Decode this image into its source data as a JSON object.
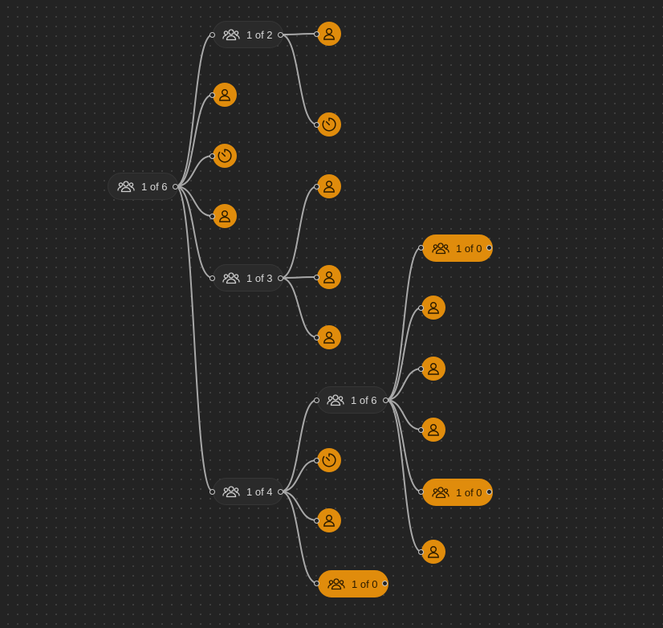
{
  "nodes": {
    "root_group": {
      "label": "1 of 6"
    },
    "group_a": {
      "label": "1 of 2"
    },
    "group_b": {
      "label": "1 of 3"
    },
    "group_c": {
      "label": "1 of 4"
    },
    "group_d": {
      "label": "1 of 6"
    },
    "group_e": {
      "label": "1 of 0"
    },
    "group_f": {
      "label": "1 of 0"
    },
    "group_g": {
      "label": "1 of 0"
    }
  },
  "colors": {
    "background": "#232323",
    "accent": "#e08c0c",
    "edge": "#a8a8a8",
    "group_fill": "#2a2a2a"
  }
}
